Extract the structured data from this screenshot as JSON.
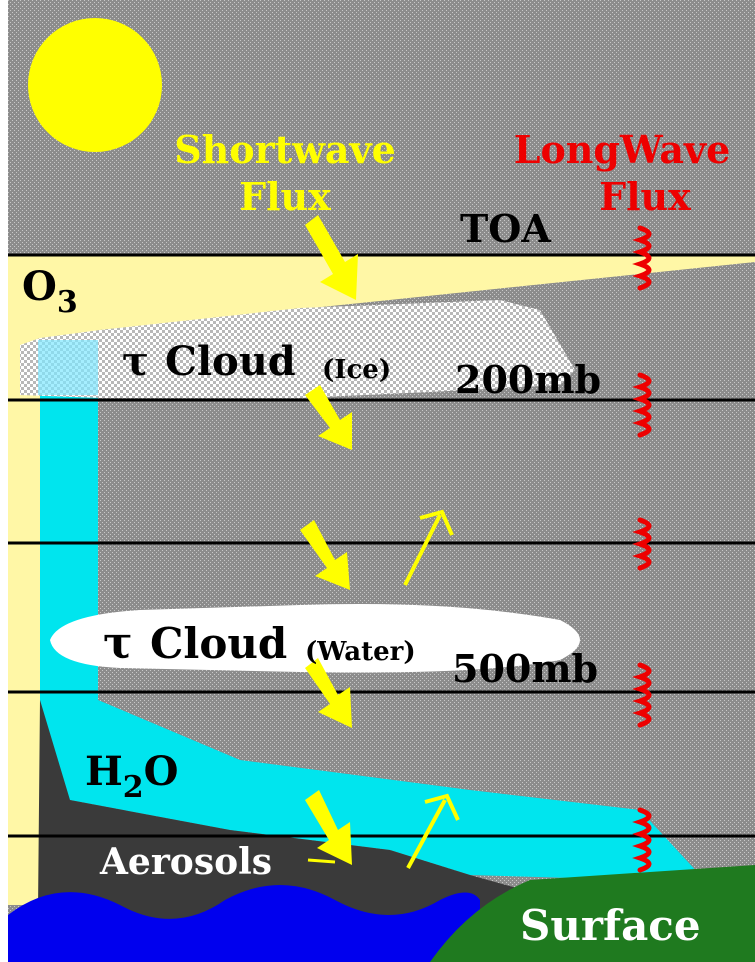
{
  "labels": {
    "shortwave_line1": "Shortwave",
    "shortwave_line2": "Flux",
    "longwave_line1": "LongWave",
    "longwave_line2": "Flux",
    "toa": "TOA",
    "ozone_base": "O",
    "ozone_sub": "3",
    "ice_tau": "τ",
    "ice_cloud": "Cloud",
    "ice_type": "(Ice)",
    "level_200": "200mb",
    "water_tau": "τ",
    "water_cloud": "Cloud",
    "water_type": "(Water)",
    "level_500": "500mb",
    "h2o_h": "H",
    "h2o_sub": "2",
    "h2o_o": "O",
    "aerosols": "Aerosols",
    "surface": "Surface"
  },
  "colors": {
    "sky": "#8c8c8c",
    "ozone": "#fff7a6",
    "water_vapor": "#00e5ee",
    "cloud": "#ffffff",
    "aerosol": "#3a3a3a",
    "ocean": "#0000ee",
    "land": "#1f7a1f",
    "sun": "#ffff00",
    "shortwave": "#ffff00",
    "longwave": "#ee0000",
    "level_line": "#000000"
  }
}
